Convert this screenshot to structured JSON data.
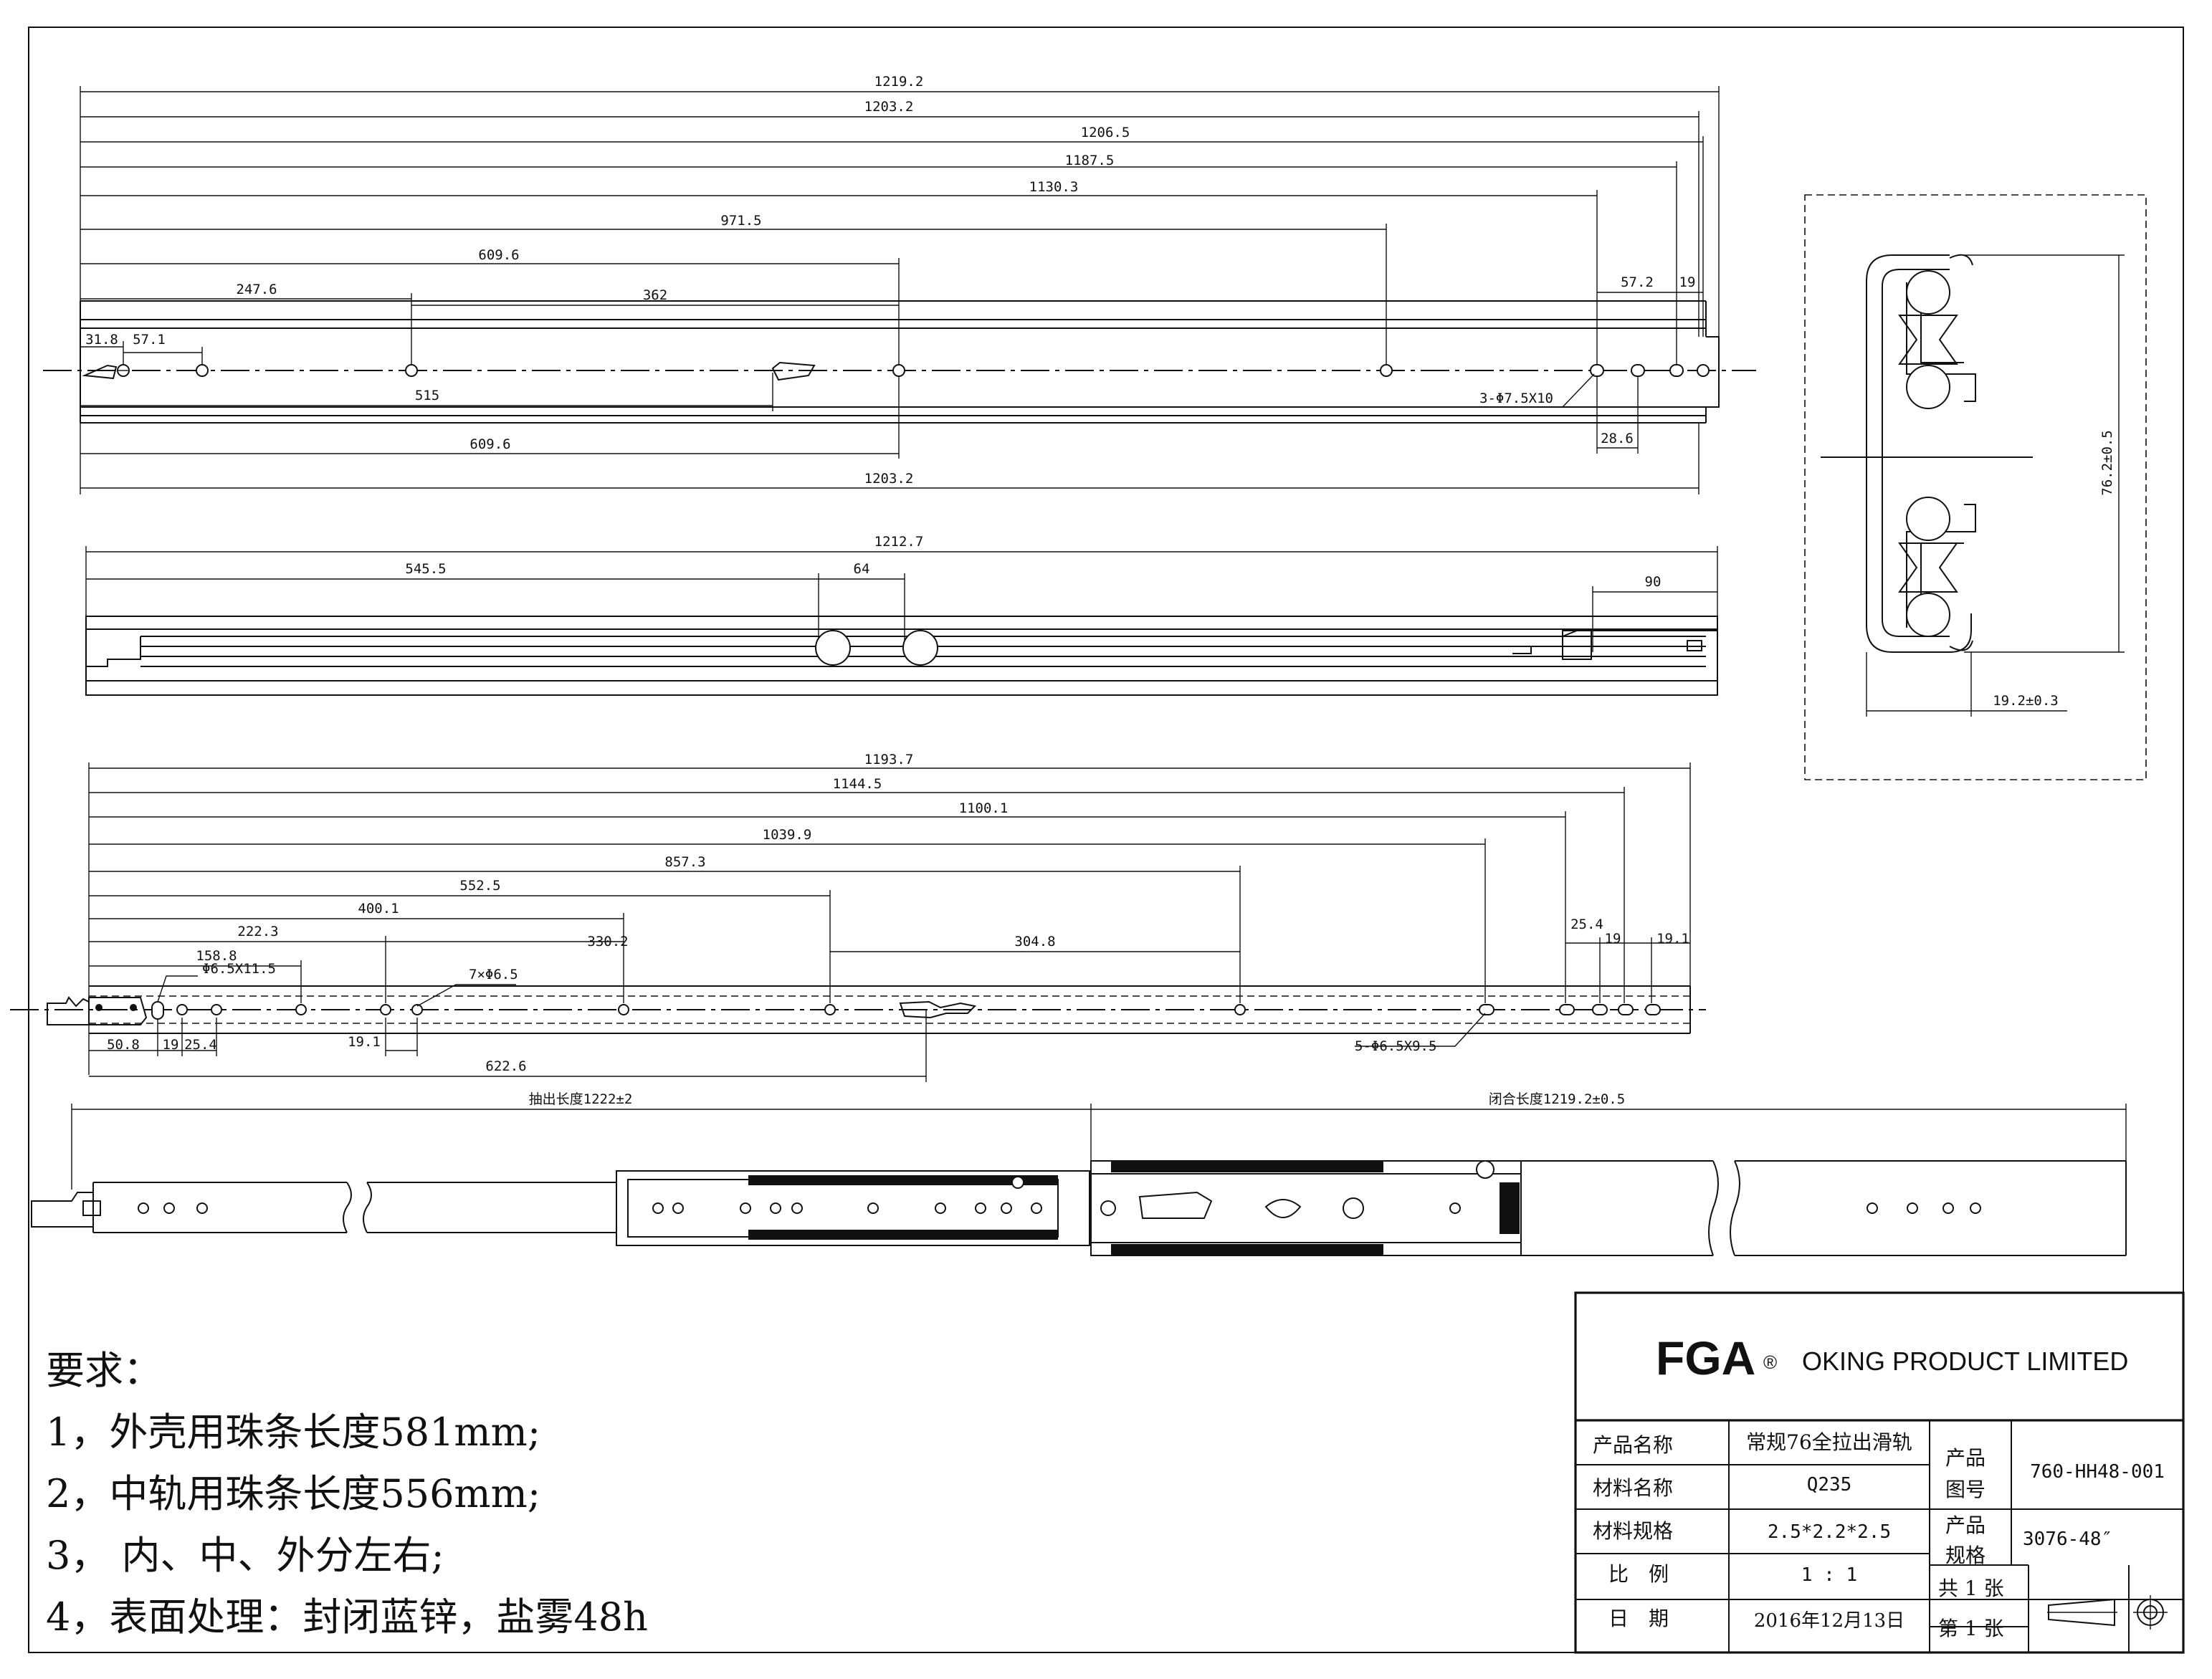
{
  "view1": {
    "dims_top": [
      "1219.2",
      "1203.2",
      "1206.5",
      "1187.5",
      "1130.3",
      "971.5",
      "609.6",
      "247.6",
      "362",
      "31.8",
      "57.1",
      "57.2",
      "19"
    ],
    "dims_bottom": [
      "515",
      "609.6",
      "1203.2",
      "28.6"
    ],
    "hole_callout": "3-Φ7.5X10"
  },
  "view2": {
    "dims": [
      "1212.7",
      "545.5",
      "64",
      "90"
    ]
  },
  "section": {
    "height_dim": "76.2±0.5",
    "width_dim": "19.2±0.3"
  },
  "view3": {
    "dims_top": [
      "1193.7",
      "1144.5",
      "1100.1",
      "1039.9",
      "857.3",
      "552.5",
      "400.1",
      "222.3",
      "158.8",
      "330.2",
      "304.8",
      "25.4",
      "19",
      "19.1"
    ],
    "dims_bottom": [
      "50.8",
      "19",
      "25.4",
      "19.1",
      "622.6"
    ],
    "callout_slot": "Φ6.5X11.5",
    "callout_holes": "7×Φ6.5",
    "callout_slots5": "5-Φ6.5X9.5"
  },
  "view4": {
    "extended_length": "抽出长度1222±2",
    "closed_length": "闭合长度1219.2±0.5"
  },
  "notes": {
    "title": "要求：",
    "items": [
      "1，外壳用珠条长度581mm;",
      "2，中轨用珠条长度556mm;",
      "3， 内、中、外分左右;",
      "4，表面处理：封闭蓝锌，盐雾48h"
    ]
  },
  "title_block": {
    "logo": "FGA",
    "registered": "®",
    "company": "OKING PRODUCT LIMITED",
    "product_name_label": "产品名称",
    "product_name": "常规76全拉出滑轨",
    "material_name_label": "材料名称",
    "material_name": "Q235",
    "material_spec_label": "材料规格",
    "material_spec": "2.5*2.2*2.5",
    "scale_label": "比　例",
    "scale": "1 : 1",
    "date_label": "日　期",
    "date": "2016年12月13日",
    "drawing_no_label_1": "产品",
    "drawing_no_label_2": "图号",
    "drawing_no": "760-HH48-001",
    "spec_label_1": "产品",
    "spec_label_2": "规格",
    "spec": "3076-48″",
    "sheets_total": "共 1 张",
    "sheet_no": "第 1 张"
  }
}
